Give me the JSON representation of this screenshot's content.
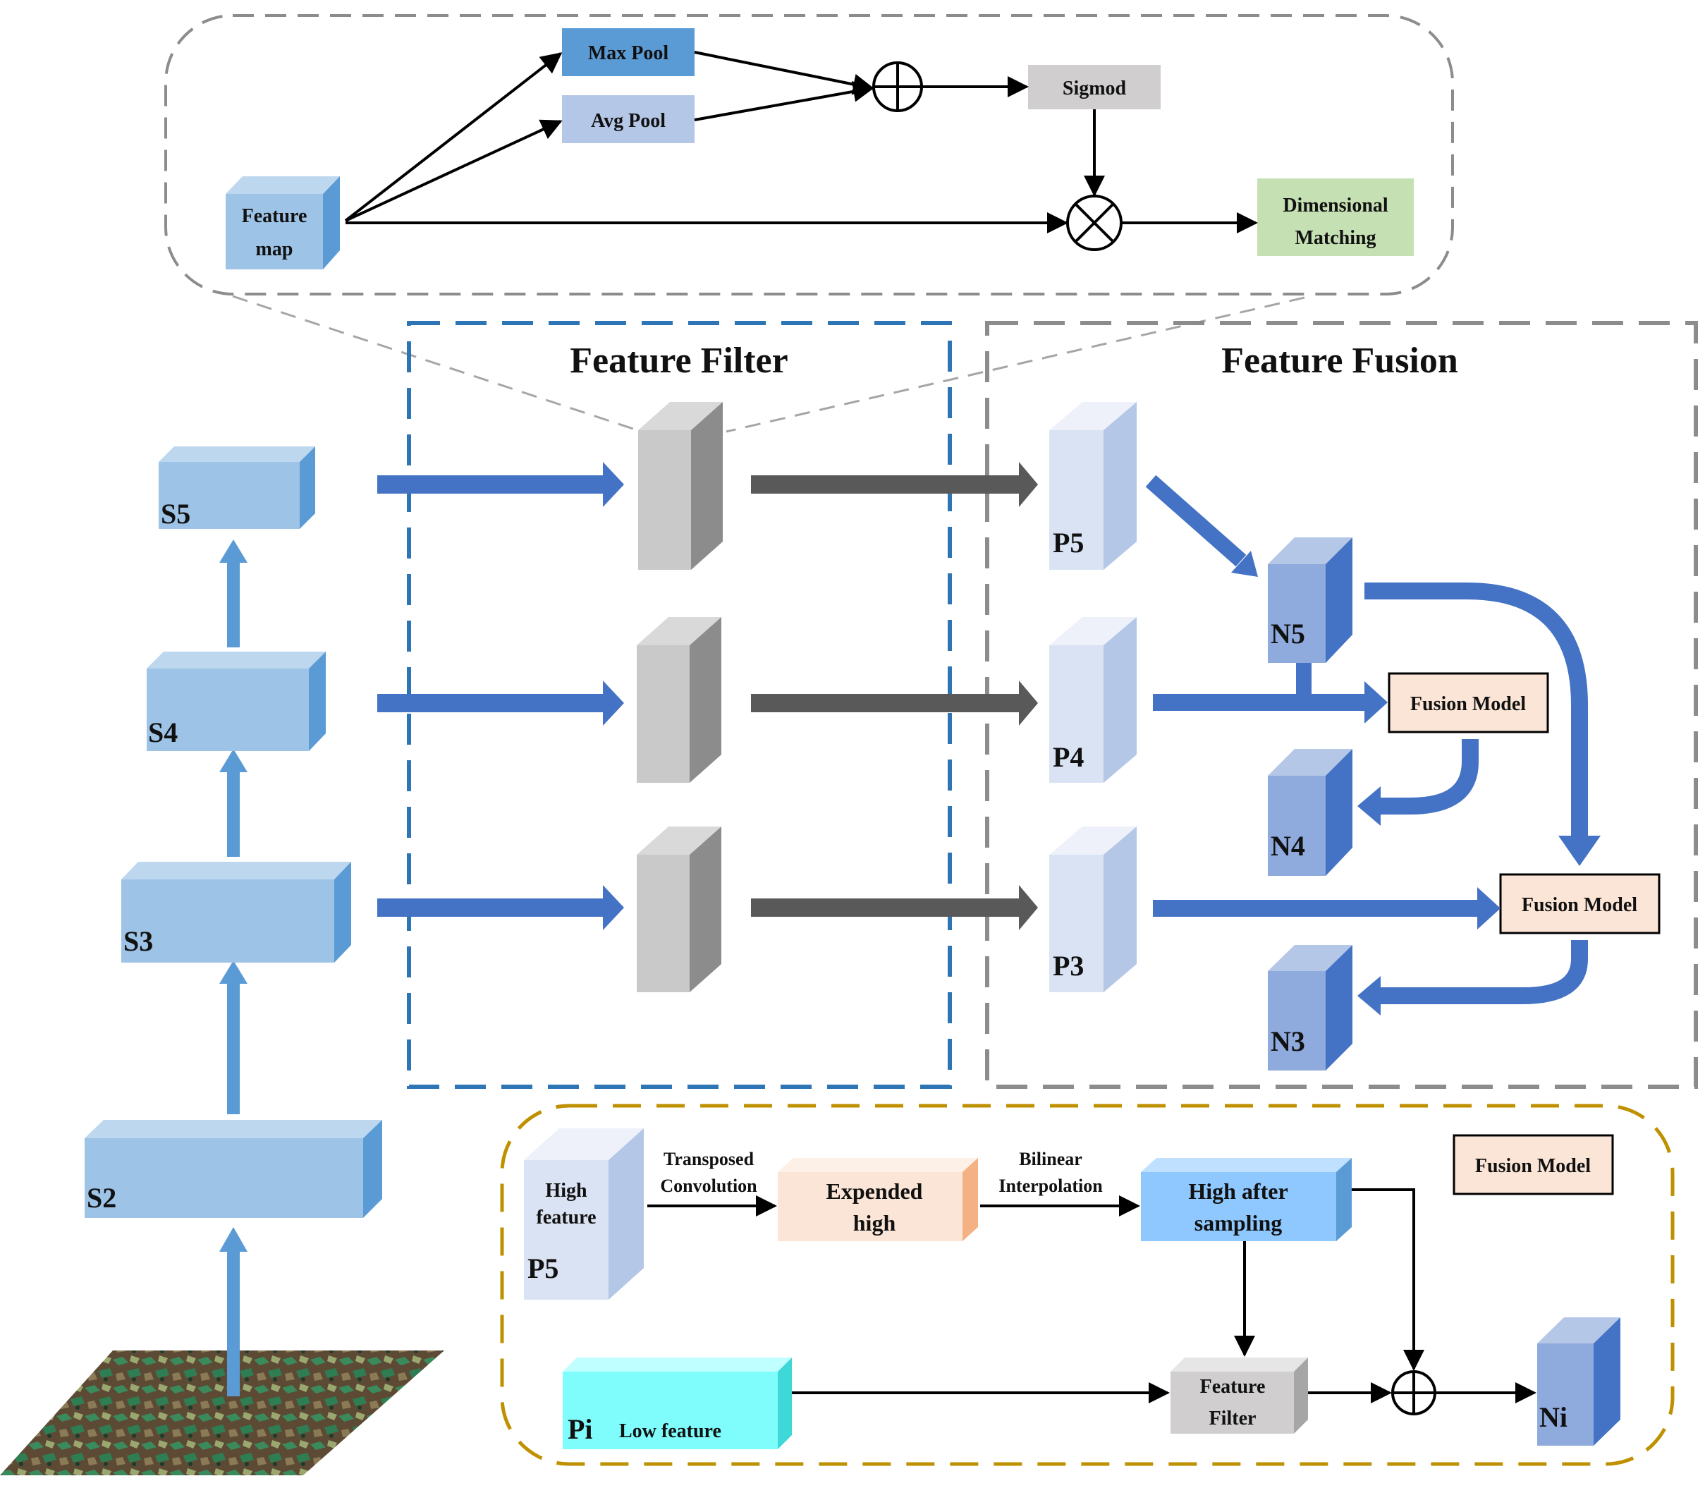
{
  "attention_module": {
    "feature_map": [
      "Feature",
      "map"
    ],
    "max_pool": "Max Pool",
    "avg_pool": "Avg Pool",
    "sigmoid": "Sigmod",
    "dimensional_matching": [
      "Dimensional",
      "Matching"
    ]
  },
  "sections": {
    "feature_filter": "Feature Filter",
    "feature_fusion": "Feature Fusion"
  },
  "backbone": {
    "s5": "S5",
    "s4": "S4",
    "s3": "S3",
    "s2": "S2"
  },
  "pyramid": {
    "p5": "P5",
    "p4": "P4",
    "p3": "P3"
  },
  "outputs": {
    "n5": "N5",
    "n4": "N4",
    "n3": "N3"
  },
  "fusion_model_label": "Fusion Model",
  "fusion_detail": {
    "title": "Fusion Model",
    "high_feature": [
      "High",
      "feature"
    ],
    "p5": "P5",
    "transposed_conv": [
      "Transposed",
      "Convolution"
    ],
    "expended_high": [
      "Expended",
      "high"
    ],
    "bilinear": [
      "Bilinear",
      "Interpolation"
    ],
    "high_after_sampling": [
      "High after",
      "sampling"
    ],
    "pi": "Pi",
    "low_feature": "Low feature",
    "feature_filter": [
      "Feature",
      "Filter"
    ],
    "ni": "Ni"
  },
  "colors": {
    "blue_arrow": "#4472c4",
    "dark_arrow": "#595959",
    "box_light_blue": "#9dc3e6",
    "box_pale_blue": "#dae3f3",
    "box_mid_blue": "#8faadc",
    "max_pool": "#5b9bd5",
    "avg_pool": "#b4c7e7",
    "sigmoid": "#d0cece",
    "dimensional": "#c5e0b3",
    "fusion_model": "#fbe5d6",
    "cyan": "#7ffdfd",
    "dashed_gray": "#8c8c8c",
    "dashed_blue": "#2e75b6",
    "dashed_gold": "#bf9000"
  }
}
